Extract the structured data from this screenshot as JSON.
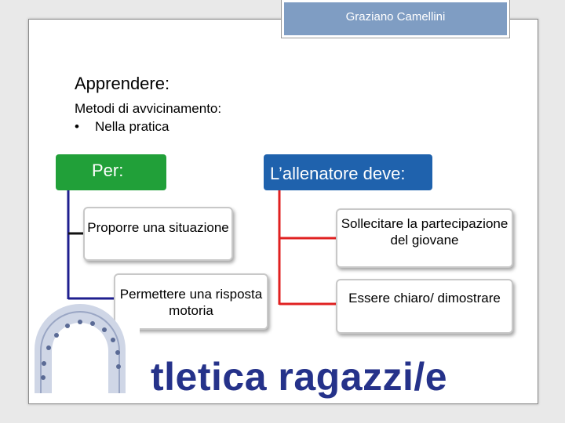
{
  "header": {
    "author": "Graziano Camellini"
  },
  "heading": {
    "title": "Apprendere",
    "colon": ":"
  },
  "subtitle": "Metodi di avvicinamento:",
  "bullet": {
    "marker": "•",
    "text": "Nella pratica"
  },
  "left_branch": {
    "header": "Per:",
    "color": "#21a039",
    "items": [
      "Proporre una situazione",
      "Permettere una risposta motoria"
    ]
  },
  "right_branch": {
    "header": "L’allenatore deve:",
    "color": "#1f62ad",
    "items": [
      "Sollecitare la partecipazione del giovane",
      "Essere chiaro/ dimostrare"
    ]
  },
  "brand": {
    "text": "tletica ragazzi/e",
    "color": "#25328a"
  },
  "logo": {
    "icon": "atletica-ragazzi-logo-icon"
  }
}
